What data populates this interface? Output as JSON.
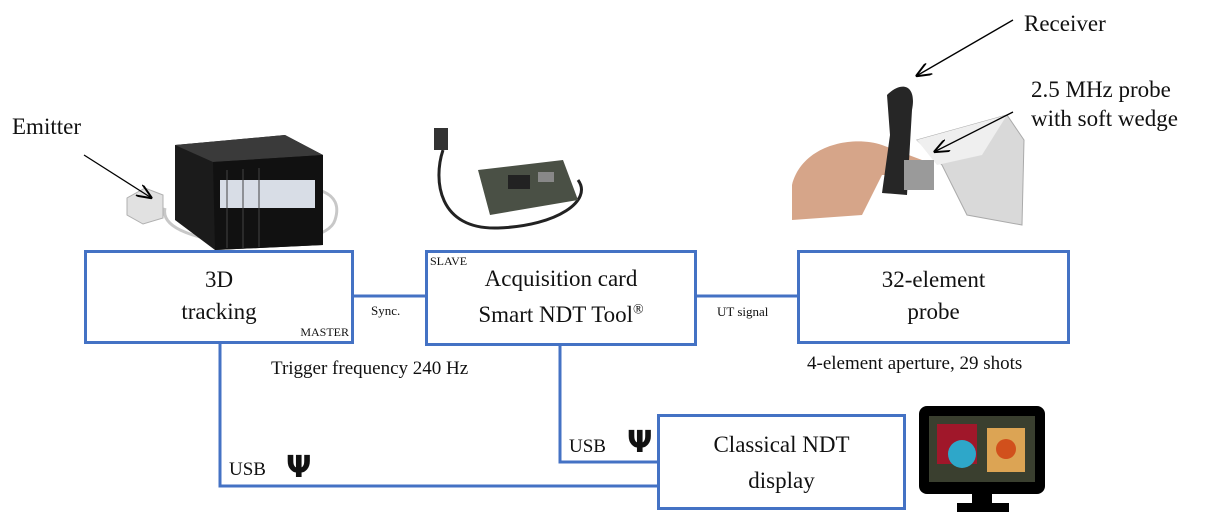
{
  "labels": {
    "emitter": "Emitter",
    "receiver": "Receiver",
    "probe_line1": "2.5 MHz probe",
    "probe_line2": "with soft wedge"
  },
  "boxes": {
    "tracking": {
      "line1": "3D",
      "line2": "tracking",
      "tag": "MASTER"
    },
    "acquisition": {
      "tag": "SLAVE",
      "line1": "Acquisition card",
      "line2": "Smart NDT Tool",
      "reg": "®"
    },
    "probe": {
      "line1": "32-element",
      "line2": "probe"
    },
    "display": {
      "line1": "Classical NDT",
      "line2": "display"
    }
  },
  "connections": {
    "sync": "Sync.",
    "ut_signal": "UT signal",
    "trigger": "Trigger frequency 240 Hz",
    "aperture": "4-element aperture, 29 shots",
    "usb_left": "USB",
    "usb_mid": "USB",
    "usb_icon": "usb-icon"
  },
  "colors": {
    "box_border": "#4472c4",
    "text": "#111111"
  }
}
